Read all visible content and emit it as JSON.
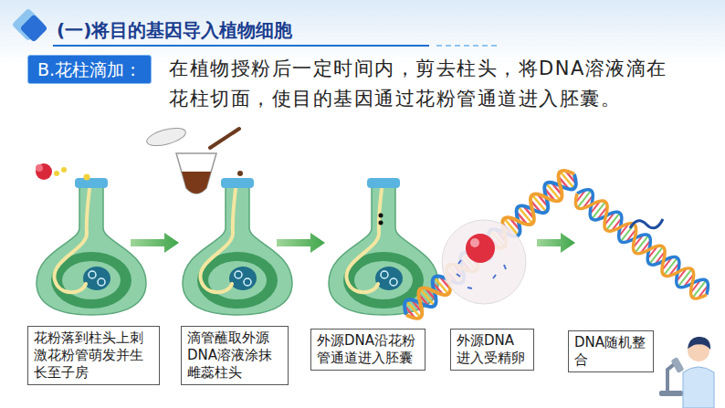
{
  "diagram": {
    "title": "(一)将目的基因导入植物细胞",
    "nodes": [
      {
        "text": [
          "B.花柱滴加："
        ]
      },
      {
        "text": [
          "花粉落到柱头上刺激花粉管萌发并生长至子房"
        ]
      },
      {
        "text": [
          "滴管蘸取外源DNA溶液涂抹雌蕊柱头"
        ]
      },
      {
        "text": [
          "外源DNA沿花粉管通道进入胚囊"
        ]
      },
      {
        "text": [
          "外源DNA进入受精卵"
        ]
      },
      {
        "text": [
          "DNA随机整合"
        ]
      }
    ],
    "labels": [
      "在植物授粉后一定时间内，剪去柱头，将DNA溶液滴在花柱切面，使目的基因通过花粉管通道进入胚囊。"
    ]
  }
}
